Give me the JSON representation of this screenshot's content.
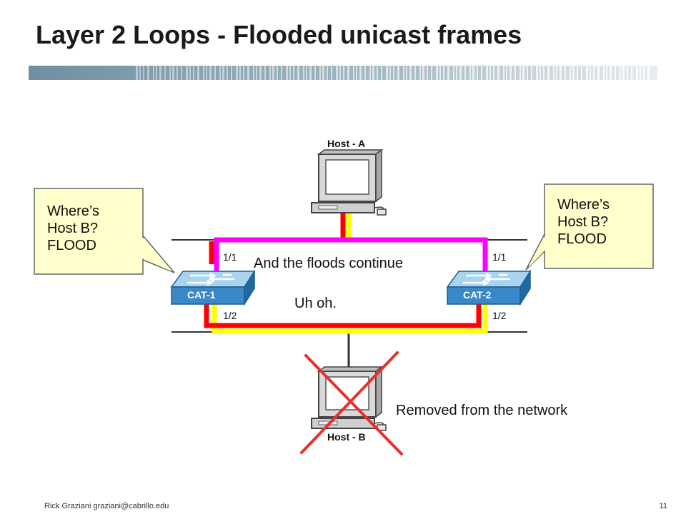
{
  "slide": {
    "title": "Layer 2 Loops - Flooded unicast frames",
    "footer_author": "Rick Graziani  graziani@cabrillo.edu",
    "page_number": "11"
  },
  "diagram": {
    "host_a_label": "Host - A",
    "host_b_label": "Host - B",
    "switch_left_label": "CAT-1",
    "switch_right_label": "CAT-2",
    "port_left_top": "1/1",
    "port_left_bottom": "1/2",
    "port_right_top": "1/1",
    "port_right_bottom": "1/2",
    "callout_left": [
      "Where’s",
      "Host B?",
      "FLOOD"
    ],
    "callout_right": [
      "Where’s",
      "Host B?",
      "FLOOD"
    ],
    "floods_text": "And the floods continue",
    "uh_oh_text": "Uh oh.",
    "removed_text": "Removed from the network",
    "colors": {
      "flood_magenta": "#ff00ff",
      "flood_red": "#ff0000",
      "flood_yellow": "#ffff00",
      "callout_fill": "#ffffcc",
      "switch_blue": "#3a88c8"
    }
  }
}
